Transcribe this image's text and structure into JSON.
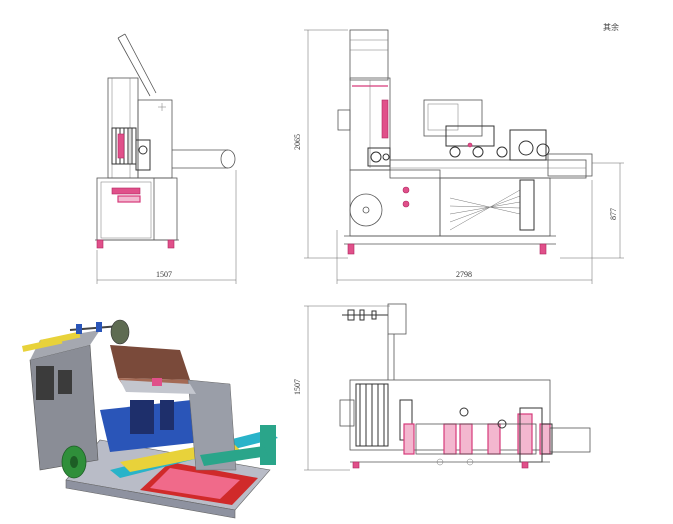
{
  "drawing": {
    "corner_note": "其余",
    "front_view": {
      "width_dim": "1507"
    },
    "side_view": {
      "height_dim": "2065",
      "length_dim": "2798",
      "table_height_dim": "877"
    },
    "top_view": {
      "width_dim": "1507"
    }
  },
  "colors": {
    "line": "#555555",
    "accent_pink": "#e0508a",
    "render_red": "#d02a2a",
    "render_green": "#2f8f3a",
    "render_blue": "#2a55b8",
    "render_cyan": "#29b3c9",
    "render_yellow": "#e8d23a",
    "render_brown": "#7a4a3a"
  }
}
